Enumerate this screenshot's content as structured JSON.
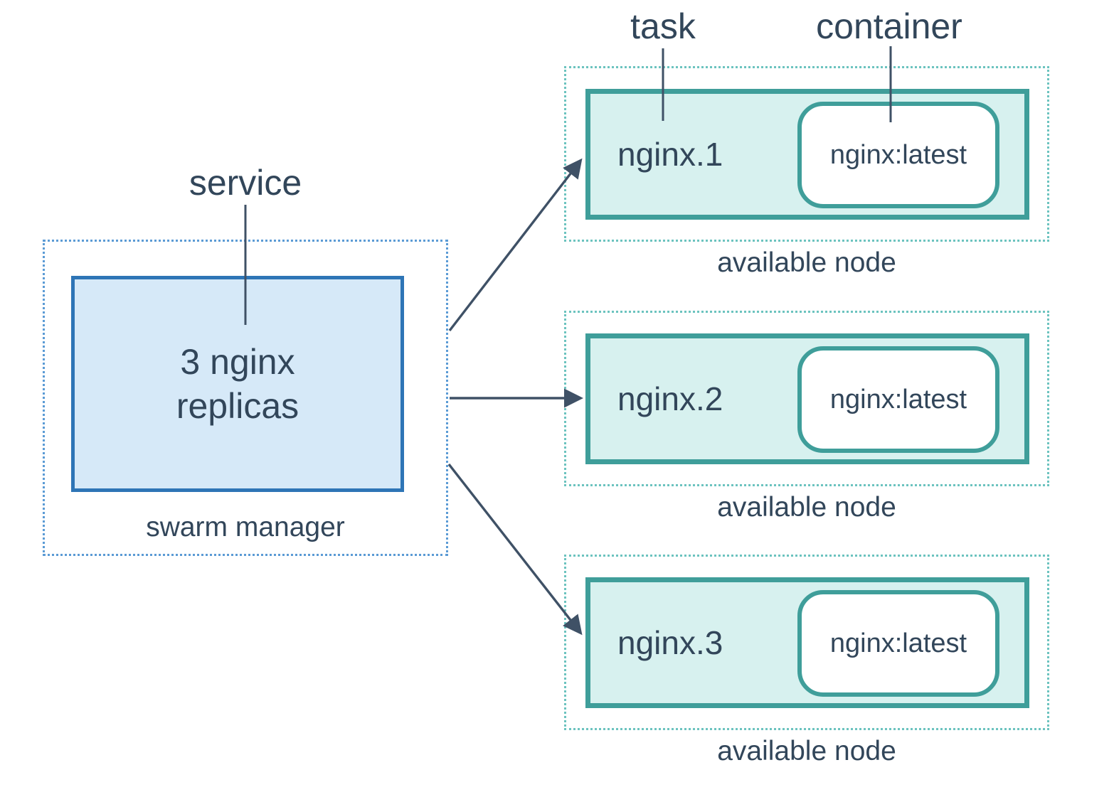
{
  "diagram": {
    "callouts": {
      "service": "service",
      "task": "task",
      "container": "container"
    },
    "swarm_manager": {
      "service_box_line1": "3 nginx",
      "service_box_line2": "replicas",
      "caption": "swarm manager"
    },
    "nodes": [
      {
        "task_name": "nginx.1",
        "container_image": "nginx:latest",
        "caption": "available node"
      },
      {
        "task_name": "nginx.2",
        "container_image": "nginx:latest",
        "caption": "available node"
      },
      {
        "task_name": "nginx.3",
        "container_image": "nginx:latest",
        "caption": "available node"
      }
    ],
    "colors": {
      "blue_border": "#2e75b6",
      "blue_fill": "#d6e9f8",
      "blue_dash": "#5b9bd5",
      "teal_border": "#3f9e9a",
      "teal_fill": "#d7f1ef",
      "teal_dash": "#6cc3bf",
      "text": "#32465a",
      "arrow": "#3f5166"
    }
  }
}
